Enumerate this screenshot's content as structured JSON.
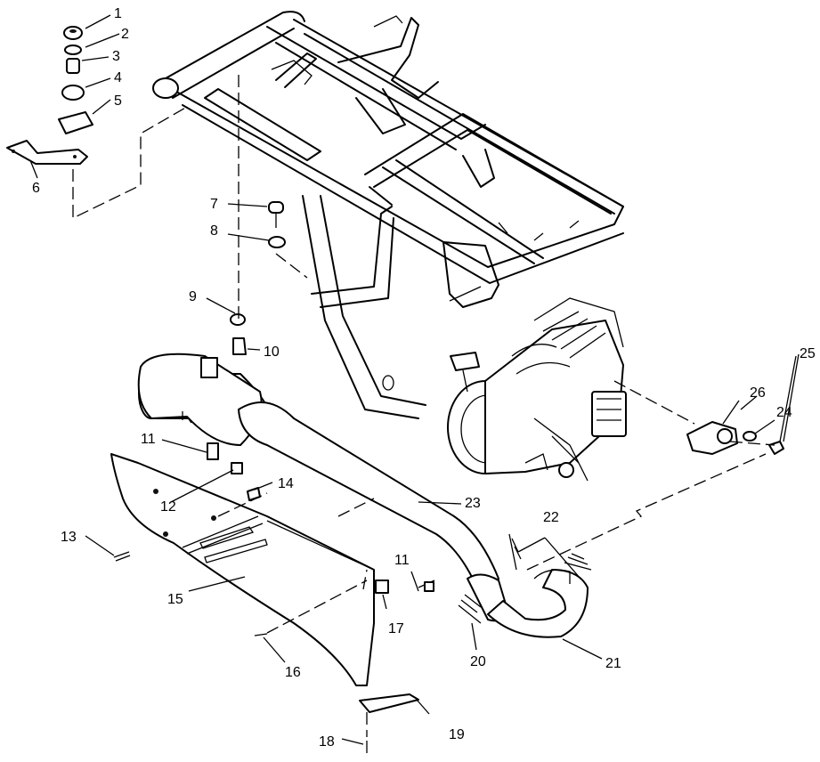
{
  "diagram": {
    "callouts": [
      {
        "id": "c1",
        "text": "1"
      },
      {
        "id": "c2",
        "text": "2"
      },
      {
        "id": "c3",
        "text": "3"
      },
      {
        "id": "c4",
        "text": "4"
      },
      {
        "id": "c5",
        "text": "5"
      },
      {
        "id": "c6",
        "text": "6"
      },
      {
        "id": "c7",
        "text": "7"
      },
      {
        "id": "c8",
        "text": "8"
      },
      {
        "id": "c9",
        "text": "9"
      },
      {
        "id": "c10",
        "text": "10"
      },
      {
        "id": "c11a",
        "text": "11"
      },
      {
        "id": "c11b",
        "text": "11"
      },
      {
        "id": "c12",
        "text": "12"
      },
      {
        "id": "c13",
        "text": "13"
      },
      {
        "id": "c14",
        "text": "14"
      },
      {
        "id": "c15",
        "text": "15"
      },
      {
        "id": "c16",
        "text": "16"
      },
      {
        "id": "c17",
        "text": "17"
      },
      {
        "id": "c18",
        "text": "18"
      },
      {
        "id": "c19",
        "text": "19"
      },
      {
        "id": "c20",
        "text": "20"
      },
      {
        "id": "c21",
        "text": "21"
      },
      {
        "id": "c22",
        "text": "22"
      },
      {
        "id": "c23",
        "text": "23"
      },
      {
        "id": "c24",
        "text": "24"
      },
      {
        "id": "c25",
        "text": "25"
      },
      {
        "id": "c26",
        "text": "26"
      }
    ]
  }
}
